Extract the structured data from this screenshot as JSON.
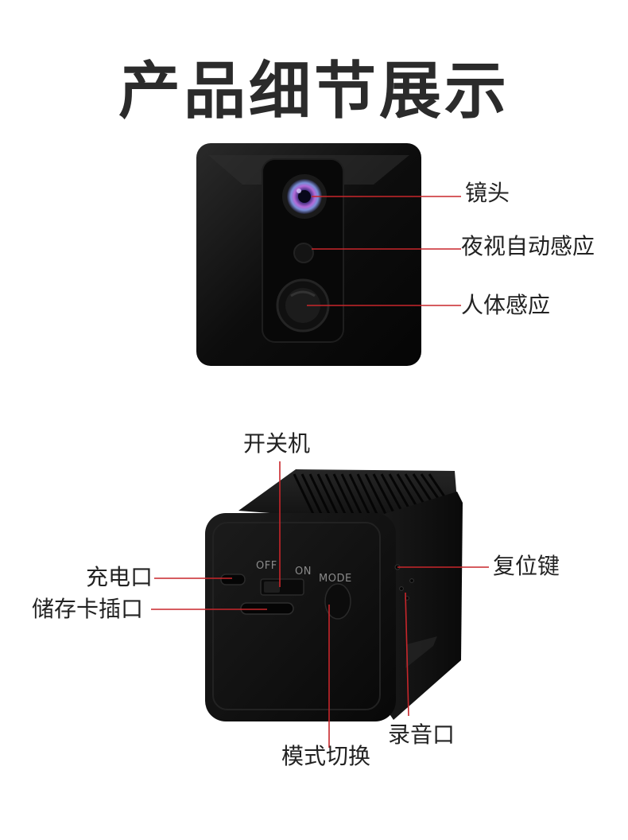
{
  "title": "产品细节展示",
  "colors": {
    "leader_line": "#c8262b",
    "device_body": "#141414",
    "title_text": "#2b2b2b"
  },
  "front_view": {
    "callouts": {
      "lens": "镜头",
      "night_vision": "夜视自动感应",
      "pir": "人体感应"
    }
  },
  "back_view": {
    "callouts": {
      "power_switch": "开关机",
      "charging_port": "充电口",
      "sd_slot": "储存卡插口",
      "reset_key": "复位键",
      "microphone": "录音口",
      "mode_switch": "模式切换"
    },
    "device_labels": {
      "off": "OFF",
      "on": "ON",
      "mode": "MODE"
    }
  }
}
